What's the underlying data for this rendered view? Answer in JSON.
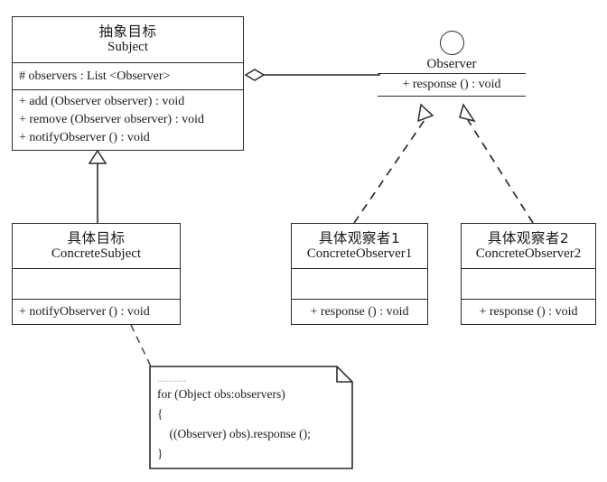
{
  "diagram": {
    "title": "Observer Pattern Class Diagram",
    "background_color": "#ffffff",
    "line_color": "#2b2b2b"
  },
  "classes": {
    "subject": {
      "name_cn": "抽象目标",
      "name_en": "Subject",
      "attributes": [
        "# observers : List <Observer>"
      ],
      "operations": [
        "+ add (Observer observer) : void",
        "+ remove (Observer observer) : void",
        "+ notifyObserver () : void"
      ]
    },
    "concrete_subject": {
      "name_cn": "具体目标",
      "name_en": "ConcreteSubject",
      "attributes": [],
      "operations": [
        "+ notifyObserver () : void"
      ]
    },
    "concrete_observer1": {
      "name_cn": "具体观察者1",
      "name_en": "ConcreteObserver1",
      "attributes": [],
      "operations": [
        "+ response () : void"
      ]
    },
    "concrete_observer2": {
      "name_cn": "具体观察者2",
      "name_en": "ConcreteObserver2",
      "attributes": [],
      "operations": [
        "+ response () : void"
      ]
    }
  },
  "interfaces": {
    "observer": {
      "name_en": "Observer",
      "operation": "+ response () : void",
      "notation": "lollipop-circle"
    }
  },
  "note": {
    "dots": "..........",
    "lines": [
      "for (Object obs:observers)",
      "{",
      "    ((Observer) obs).response ();",
      "}"
    ]
  },
  "relationships": [
    {
      "name": "aggregation-subject-observer",
      "from": "subject",
      "to": "observer",
      "type": "aggregation",
      "line": "solid",
      "end_marker": "hollow-diamond"
    },
    {
      "name": "generalization-concretesubject-subject",
      "from": "concrete_subject",
      "to": "subject",
      "type": "generalization",
      "line": "solid",
      "end_marker": "hollow-triangle"
    },
    {
      "name": "realization-concreteobserver1-observer",
      "from": "concrete_observer1",
      "to": "observer",
      "type": "realization",
      "line": "dashed",
      "end_marker": "hollow-triangle"
    },
    {
      "name": "realization-concreteobserver2-observer",
      "from": "concrete_observer2",
      "to": "observer",
      "type": "realization",
      "line": "dashed",
      "end_marker": "hollow-triangle"
    },
    {
      "name": "note-anchor-concretesubject",
      "from": "note",
      "to": "concrete_subject",
      "type": "note-link",
      "line": "dashed",
      "end_marker": "none"
    }
  ]
}
